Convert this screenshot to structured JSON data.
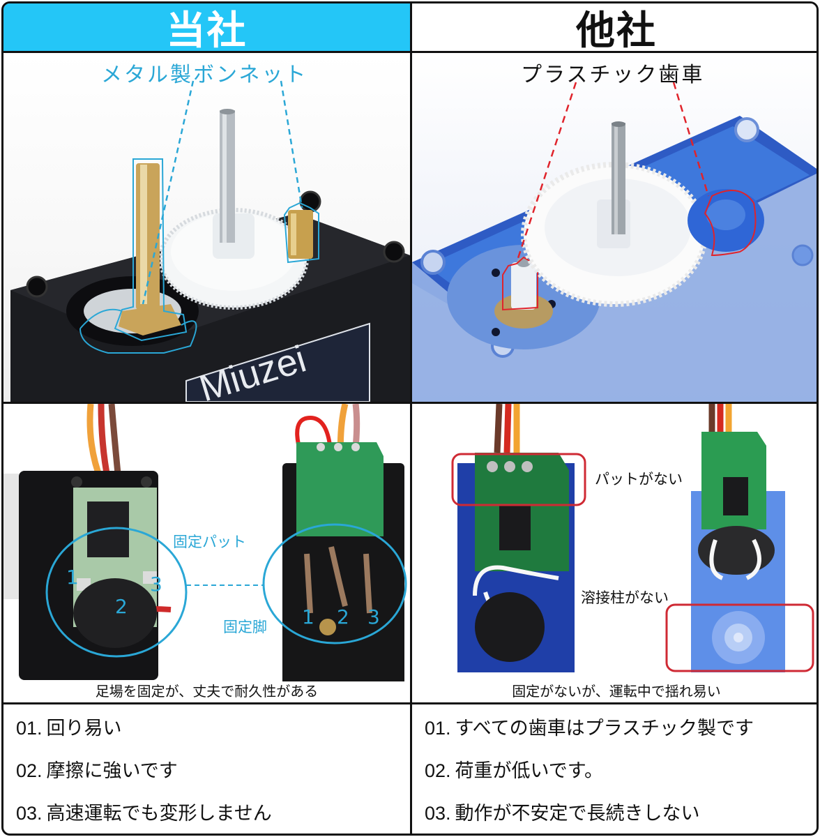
{
  "headers": {
    "ours": "当社",
    "theirs": "他社"
  },
  "colors": {
    "ours_header_bg": "#24c6f7",
    "callout_cyan": "#2aa7d6",
    "callout_red": "#e0232b",
    "border": "#111111"
  },
  "gear_section": {
    "ours": {
      "callout": "メタル製ボンネット",
      "brand_label": "Miuzei"
    },
    "theirs": {
      "callout": "プラスチック歯車"
    }
  },
  "pcb_section": {
    "ours": {
      "callout_pad": "固定パット",
      "callout_leg": "固定脚",
      "pad_numbers": [
        "1",
        "2",
        "3"
      ],
      "leg_numbers": [
        "1",
        "2",
        "3"
      ],
      "caption": "足場を固定が、丈夫で耐久性がある"
    },
    "theirs": {
      "callout_no_pad": "パットがない",
      "callout_no_weld": "溶接柱がない",
      "caption": "固定がないが、運転中で揺れ易い"
    }
  },
  "features": {
    "ours": [
      {
        "num": "01.",
        "text": "回り易い"
      },
      {
        "num": "02.",
        "text": "摩擦に強いです"
      },
      {
        "num": "03.",
        "text": "高速運転でも変形しません"
      }
    ],
    "theirs": [
      {
        "num": "01.",
        "text": "すべての歯車はプラスチック製です"
      },
      {
        "num": "02.",
        "text": "荷重が低いです。"
      },
      {
        "num": "03.",
        "text": "動作が不安定で長続きしない"
      }
    ]
  }
}
